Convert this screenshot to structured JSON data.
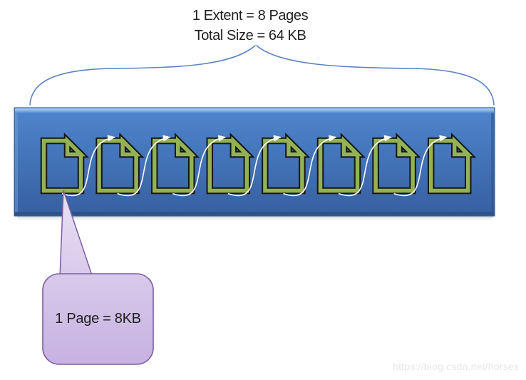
{
  "header": {
    "line1": "1 Extent = 8 Pages",
    "line2": "Total Size = 64 KB"
  },
  "extent": {
    "page_count": 8,
    "arrow_count": 7
  },
  "callout": {
    "text": "1 Page = 8KB"
  },
  "watermark": {
    "text": "https://blog.csdn.net/horses"
  },
  "icons": {
    "page": "document-page-icon",
    "brace": "curly-brace-icon",
    "arrow": "flow-arrow-icon"
  },
  "colors": {
    "blue-top": "#4f86ce",
    "blue-bottom": "#365fa0",
    "bevel-light": "#b3d4f4",
    "bevel-mid": "#5f92d5",
    "bevel-dark": "#2c538a",
    "rect-border": "#2f5890",
    "green": "#93b254",
    "outline": "#161616",
    "brace": "#5b84c4",
    "arrow": "#ffffff",
    "purple-border": "#7d5fa0",
    "purple-top": "#e9e1f4",
    "purple-bottom": "#c7b1e1",
    "text": "#1f1f1f",
    "watermark": "#e7e7e7"
  }
}
